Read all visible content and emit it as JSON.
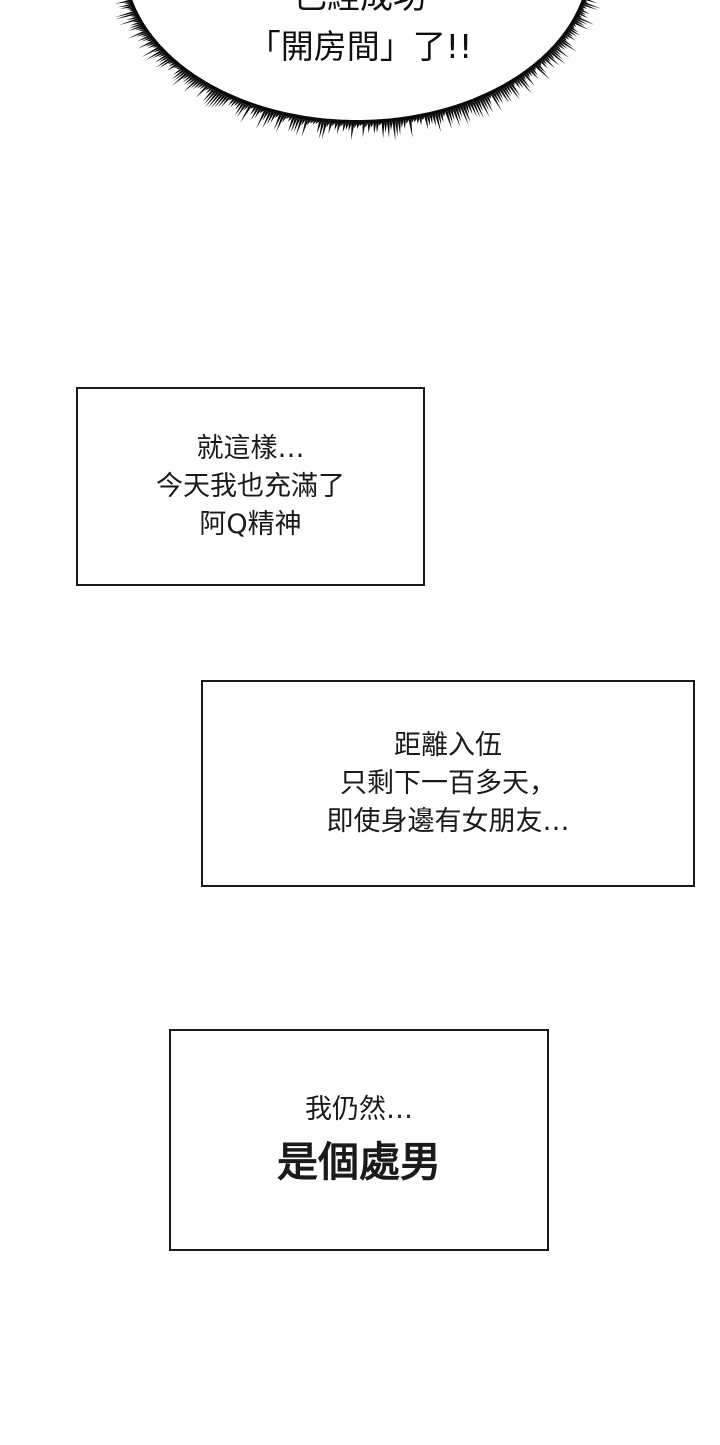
{
  "burst": {
    "lines": [
      "已經成功",
      "「開房間」了!!"
    ],
    "color": "#0a0a0a"
  },
  "captions": [
    {
      "lines": [
        "就這樣…",
        "今天我也充滿了",
        "阿Q精神"
      ]
    },
    {
      "lines": [
        "距離入伍",
        "只剩下一百多天，",
        "即使身邊有女朋友…"
      ]
    },
    {
      "lines": [
        "我仍然…",
        "是個處男"
      ]
    }
  ],
  "colors": {
    "background": "#ffffff",
    "box_border": "#1a1a1a",
    "text": "#1a1a1a"
  }
}
